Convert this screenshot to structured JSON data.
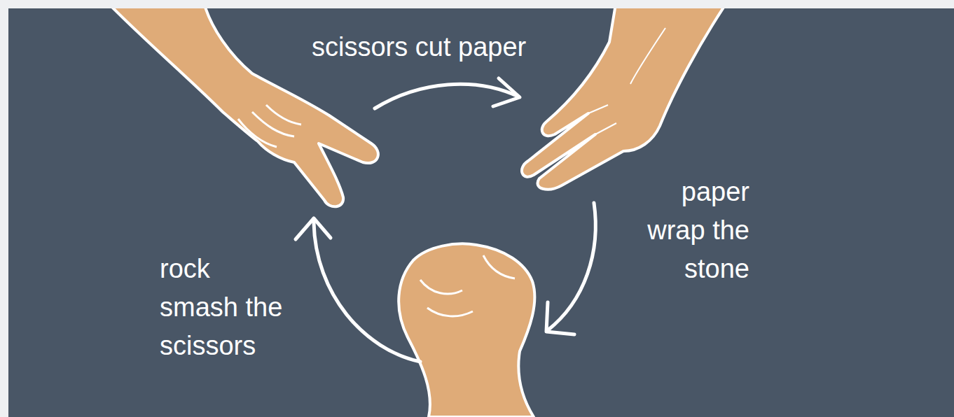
{
  "diagram": {
    "labels": [
      "scissors cut paper",
      "paper wrap the stone",
      "rock smash the scissors"
    ]
  }
}
